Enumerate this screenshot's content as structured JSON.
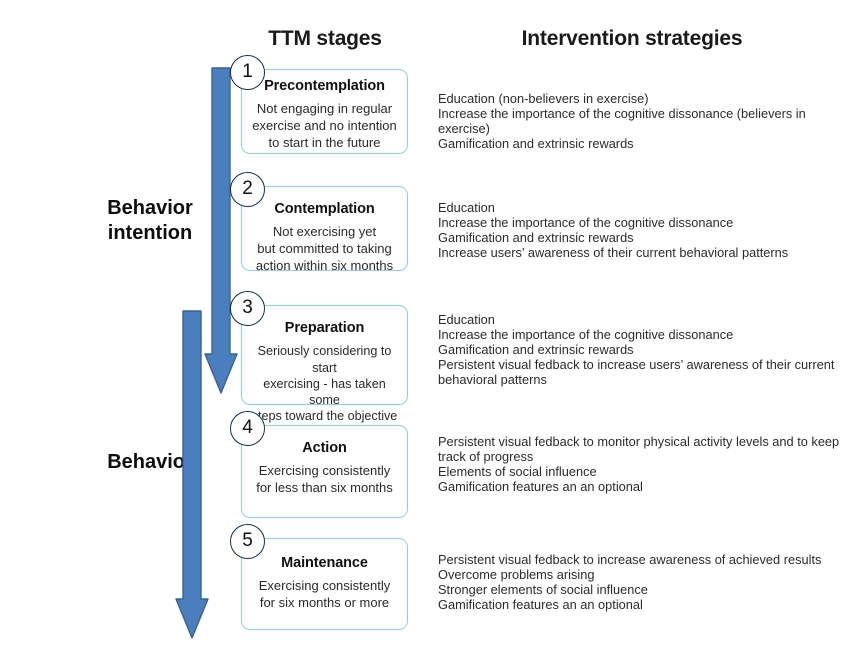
{
  "headers": {
    "ttm": "TTM stages",
    "interventions": "Intervention strategies"
  },
  "side_labels": {
    "behavior_intention": "Behavior\nintention",
    "behavior": "Behavior"
  },
  "colors": {
    "arrow_fill": "#4a7ebc",
    "arrow_stroke": "#3a648f",
    "box_border": "#8ecfdc",
    "circle_border": "#13304a",
    "text": "#231f20"
  },
  "stages": [
    {
      "number": "1",
      "title": "Precontemplation",
      "description": "Not engaging in regular\nexercise and no intention\nto start in the future",
      "strategies": [
        "Education (non-believers in exercise)",
        "Increase the importance of the cognitive dissonance (believers in exercise)",
        "Gamification and extrinsic rewards"
      ]
    },
    {
      "number": "2",
      "title": "Contemplation",
      "description": "Not exercising yet\nbut committed to taking\naction within six months",
      "strategies": [
        "Education",
        "Increase the importance of the cognitive dissonance",
        "Gamification and extrinsic rewards",
        "Increase users’ awareness of their current behavioral patterns"
      ]
    },
    {
      "number": "3",
      "title": "Preparation",
      "description": "Seriously considering to start\nexercising - has taken some\nsteps toward the objective",
      "strategies": [
        "Education",
        "Increase the importance of the cognitive dissonance",
        "Gamification and extrinsic rewards",
        "Persistent visual fedback to increase users’ awareness of their current behavioral patterns"
      ]
    },
    {
      "number": "4",
      "title": "Action",
      "description": "Exercising consistently\nfor less than six months",
      "strategies": [
        "Persistent visual fedback to monitor physical activity levels and to keep track of progress",
        "Elements of social influence",
        "Gamification features an an optional"
      ]
    },
    {
      "number": "5",
      "title": "Maintenance",
      "description": "Exercising consistently\nfor six months or more",
      "strategies": [
        "Persistent visual fedback to increase awareness of achieved results",
        "Overcome problems arising",
        "Stronger elements of social influence",
        "Gamification features an an optional"
      ]
    }
  ],
  "arrows": [
    {
      "name": "behavior-intention-arrow",
      "direction": "down"
    },
    {
      "name": "behavior-arrow",
      "direction": "down"
    }
  ]
}
